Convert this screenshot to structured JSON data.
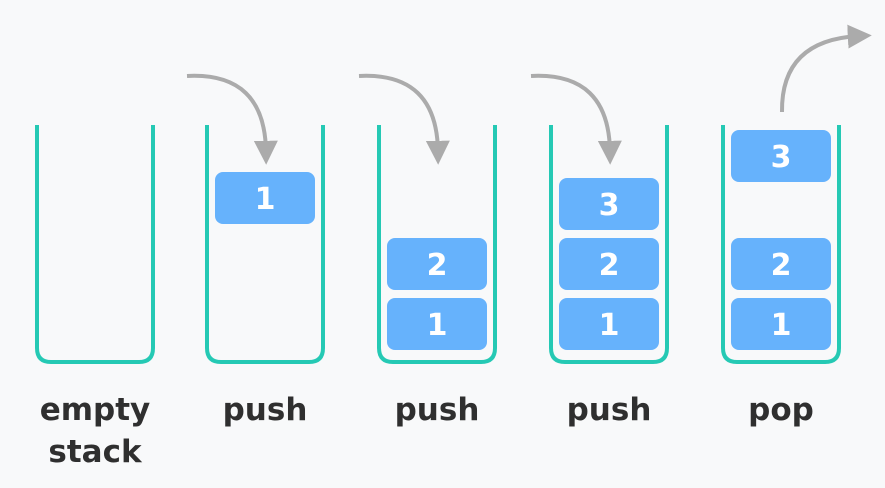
{
  "colors": {
    "background": "#f8f9fa",
    "container": "#25c9b4",
    "block": "#66b2fc",
    "block_text": "#ffffff",
    "arrow": "#ababab",
    "label": "#2f2f2f"
  },
  "stages": [
    {
      "label_lines": [
        "empty",
        "stack"
      ],
      "stack": [],
      "floating": null,
      "arrow": "none"
    },
    {
      "label_lines": [
        "push"
      ],
      "stack": [],
      "floating": "1",
      "arrow": "in"
    },
    {
      "label_lines": [
        "push"
      ],
      "stack": [
        "1",
        "2"
      ],
      "floating": null,
      "arrow": "in"
    },
    {
      "label_lines": [
        "push"
      ],
      "stack": [
        "1",
        "2",
        "3"
      ],
      "floating": null,
      "arrow": "in"
    },
    {
      "label_lines": [
        "pop"
      ],
      "stack": [
        "1",
        "2"
      ],
      "floating": "3",
      "arrow": "out"
    }
  ]
}
